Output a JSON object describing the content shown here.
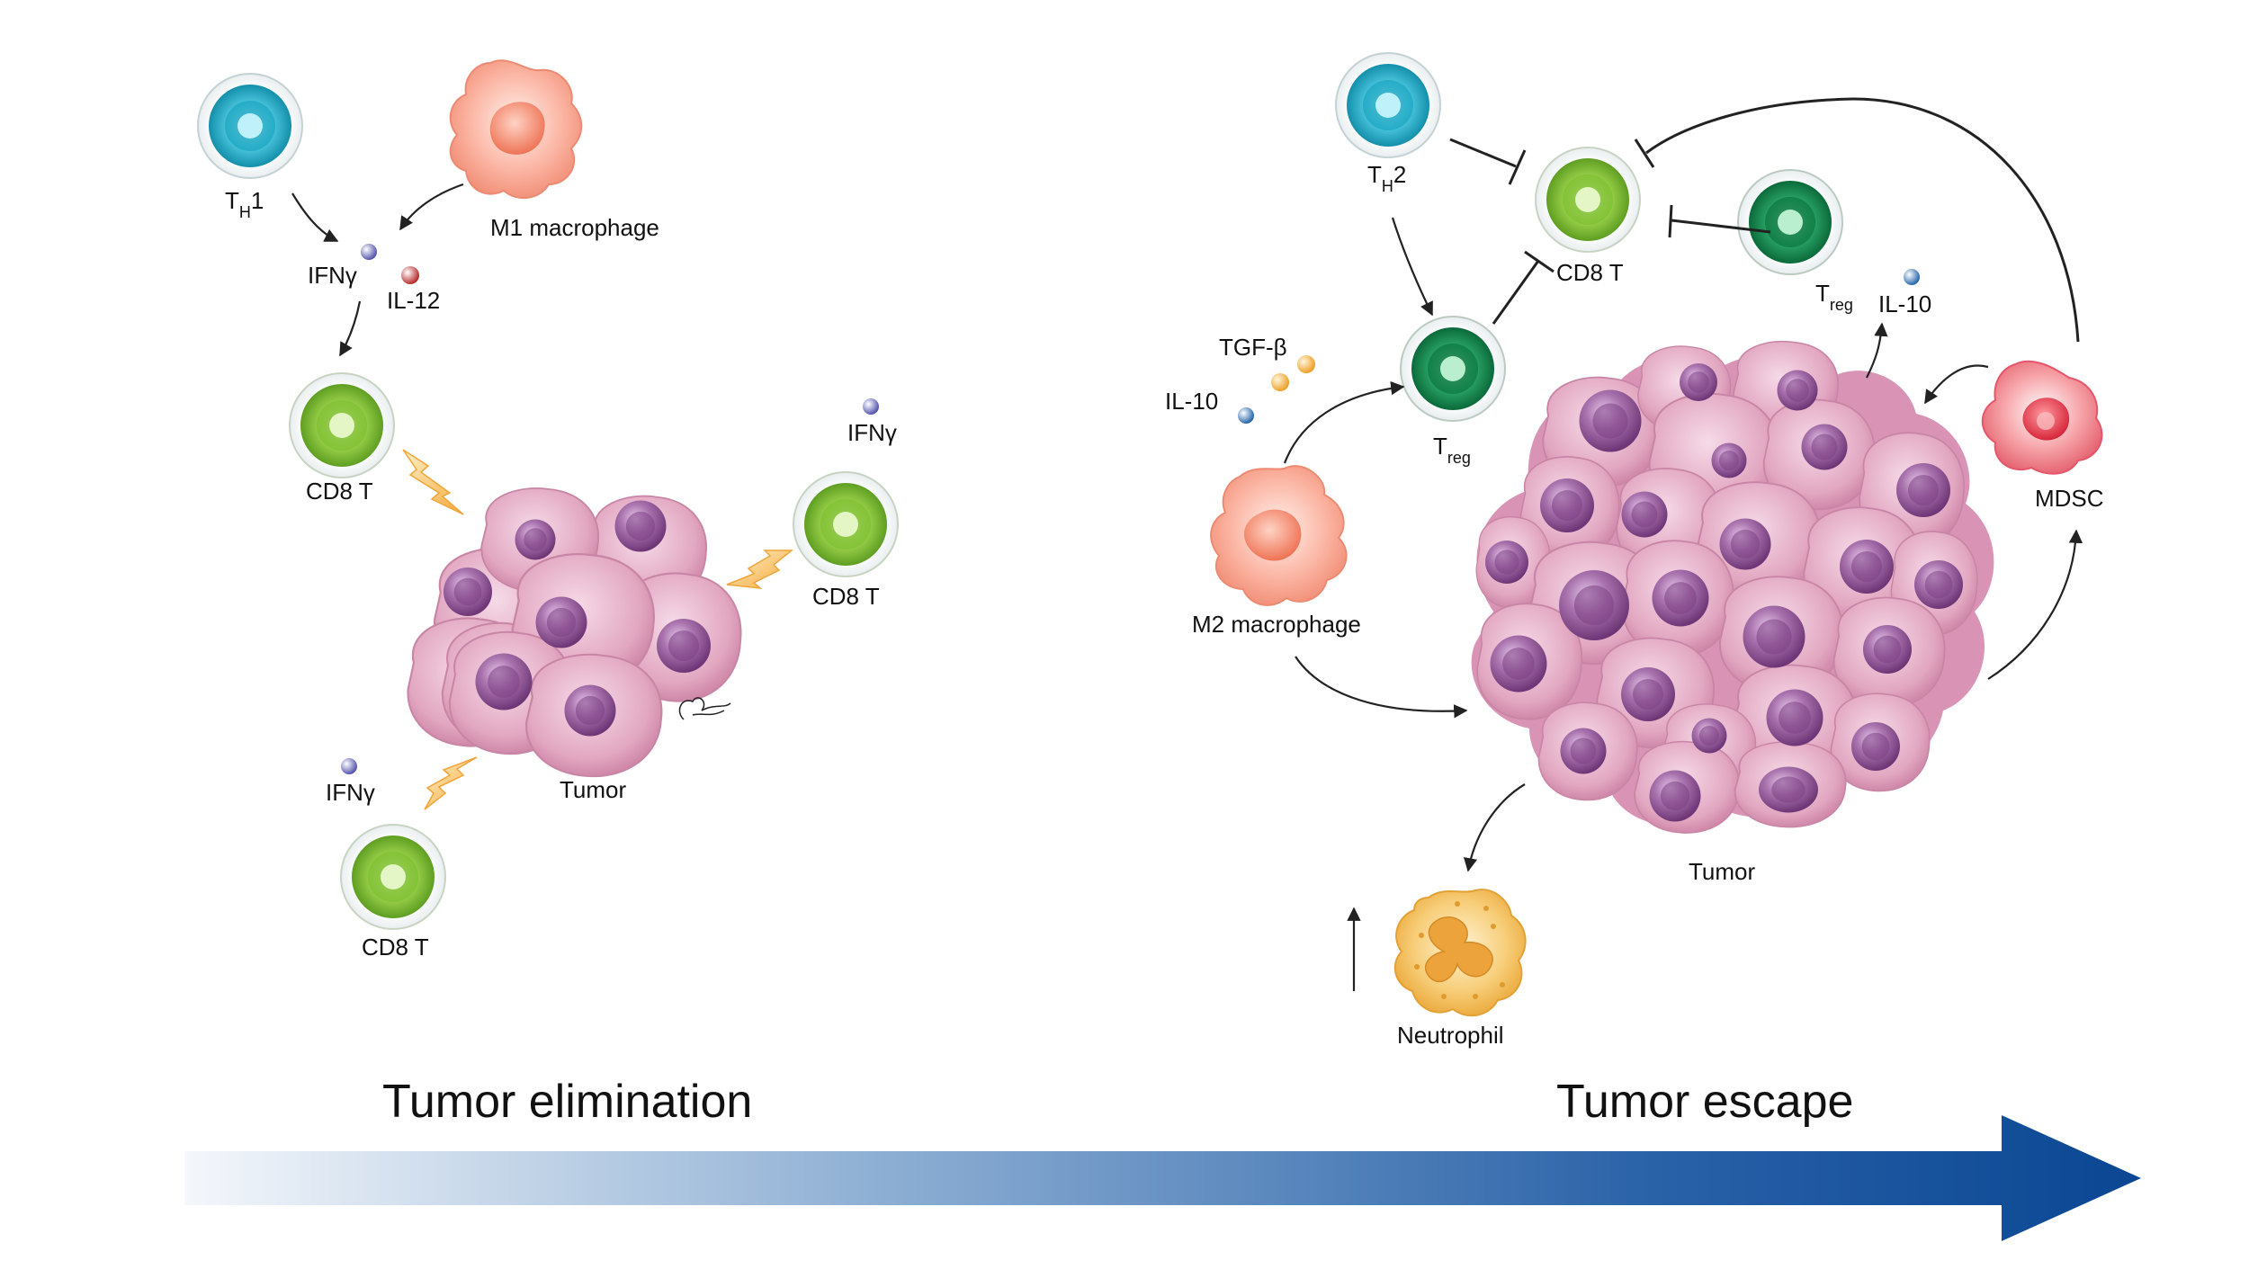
{
  "left_panel": {
    "th1": {
      "main": "T",
      "sub": "H",
      "suffix": "1"
    },
    "m1_macrophage": "M1 macrophage",
    "ifng_top": "IFNγ",
    "il12": "IL-12",
    "cd8_upper_left": "CD8 T",
    "ifng_right": "IFNγ",
    "cd8_right": "CD8 T",
    "tumor": "Tumor",
    "ifng_bottom": "IFNγ",
    "cd8_bottom": "CD8 T",
    "stage_title": "Tumor elimination"
  },
  "right_panel": {
    "th2": {
      "main": "T",
      "sub": "H",
      "suffix": "2"
    },
    "cd8": "CD8 T",
    "treg_right": {
      "main": "T",
      "sub": "reg"
    },
    "il10_right": "IL-10",
    "tgfb": "TGF-β",
    "il10_left": "IL-10",
    "treg_center": {
      "main": "T",
      "sub": "reg"
    },
    "m2_macrophage": "M2 macrophage",
    "mdsc": "MDSC",
    "tumor": "Tumor",
    "neutrophil": "Neutrophil",
    "stage_title": "Tumor escape"
  },
  "colors": {
    "th_cyan": "#2bb4cf",
    "cd8_lightgreen": "#8ccb3a",
    "treg_green": "#13894f",
    "macrophage": "#f48c74",
    "mdsc": "#e8505f",
    "tumor_cell": "#e7aec8",
    "tumor_nucleus": "#8e5396",
    "neutrophil": "#f3b54b",
    "ifng": "#5657b5",
    "il12": "#c42d2d",
    "il10": "#2a6db0",
    "tgfb": "#f0a32b",
    "arrow_start": "#eef3f9",
    "arrow_end": "#0a4693"
  }
}
